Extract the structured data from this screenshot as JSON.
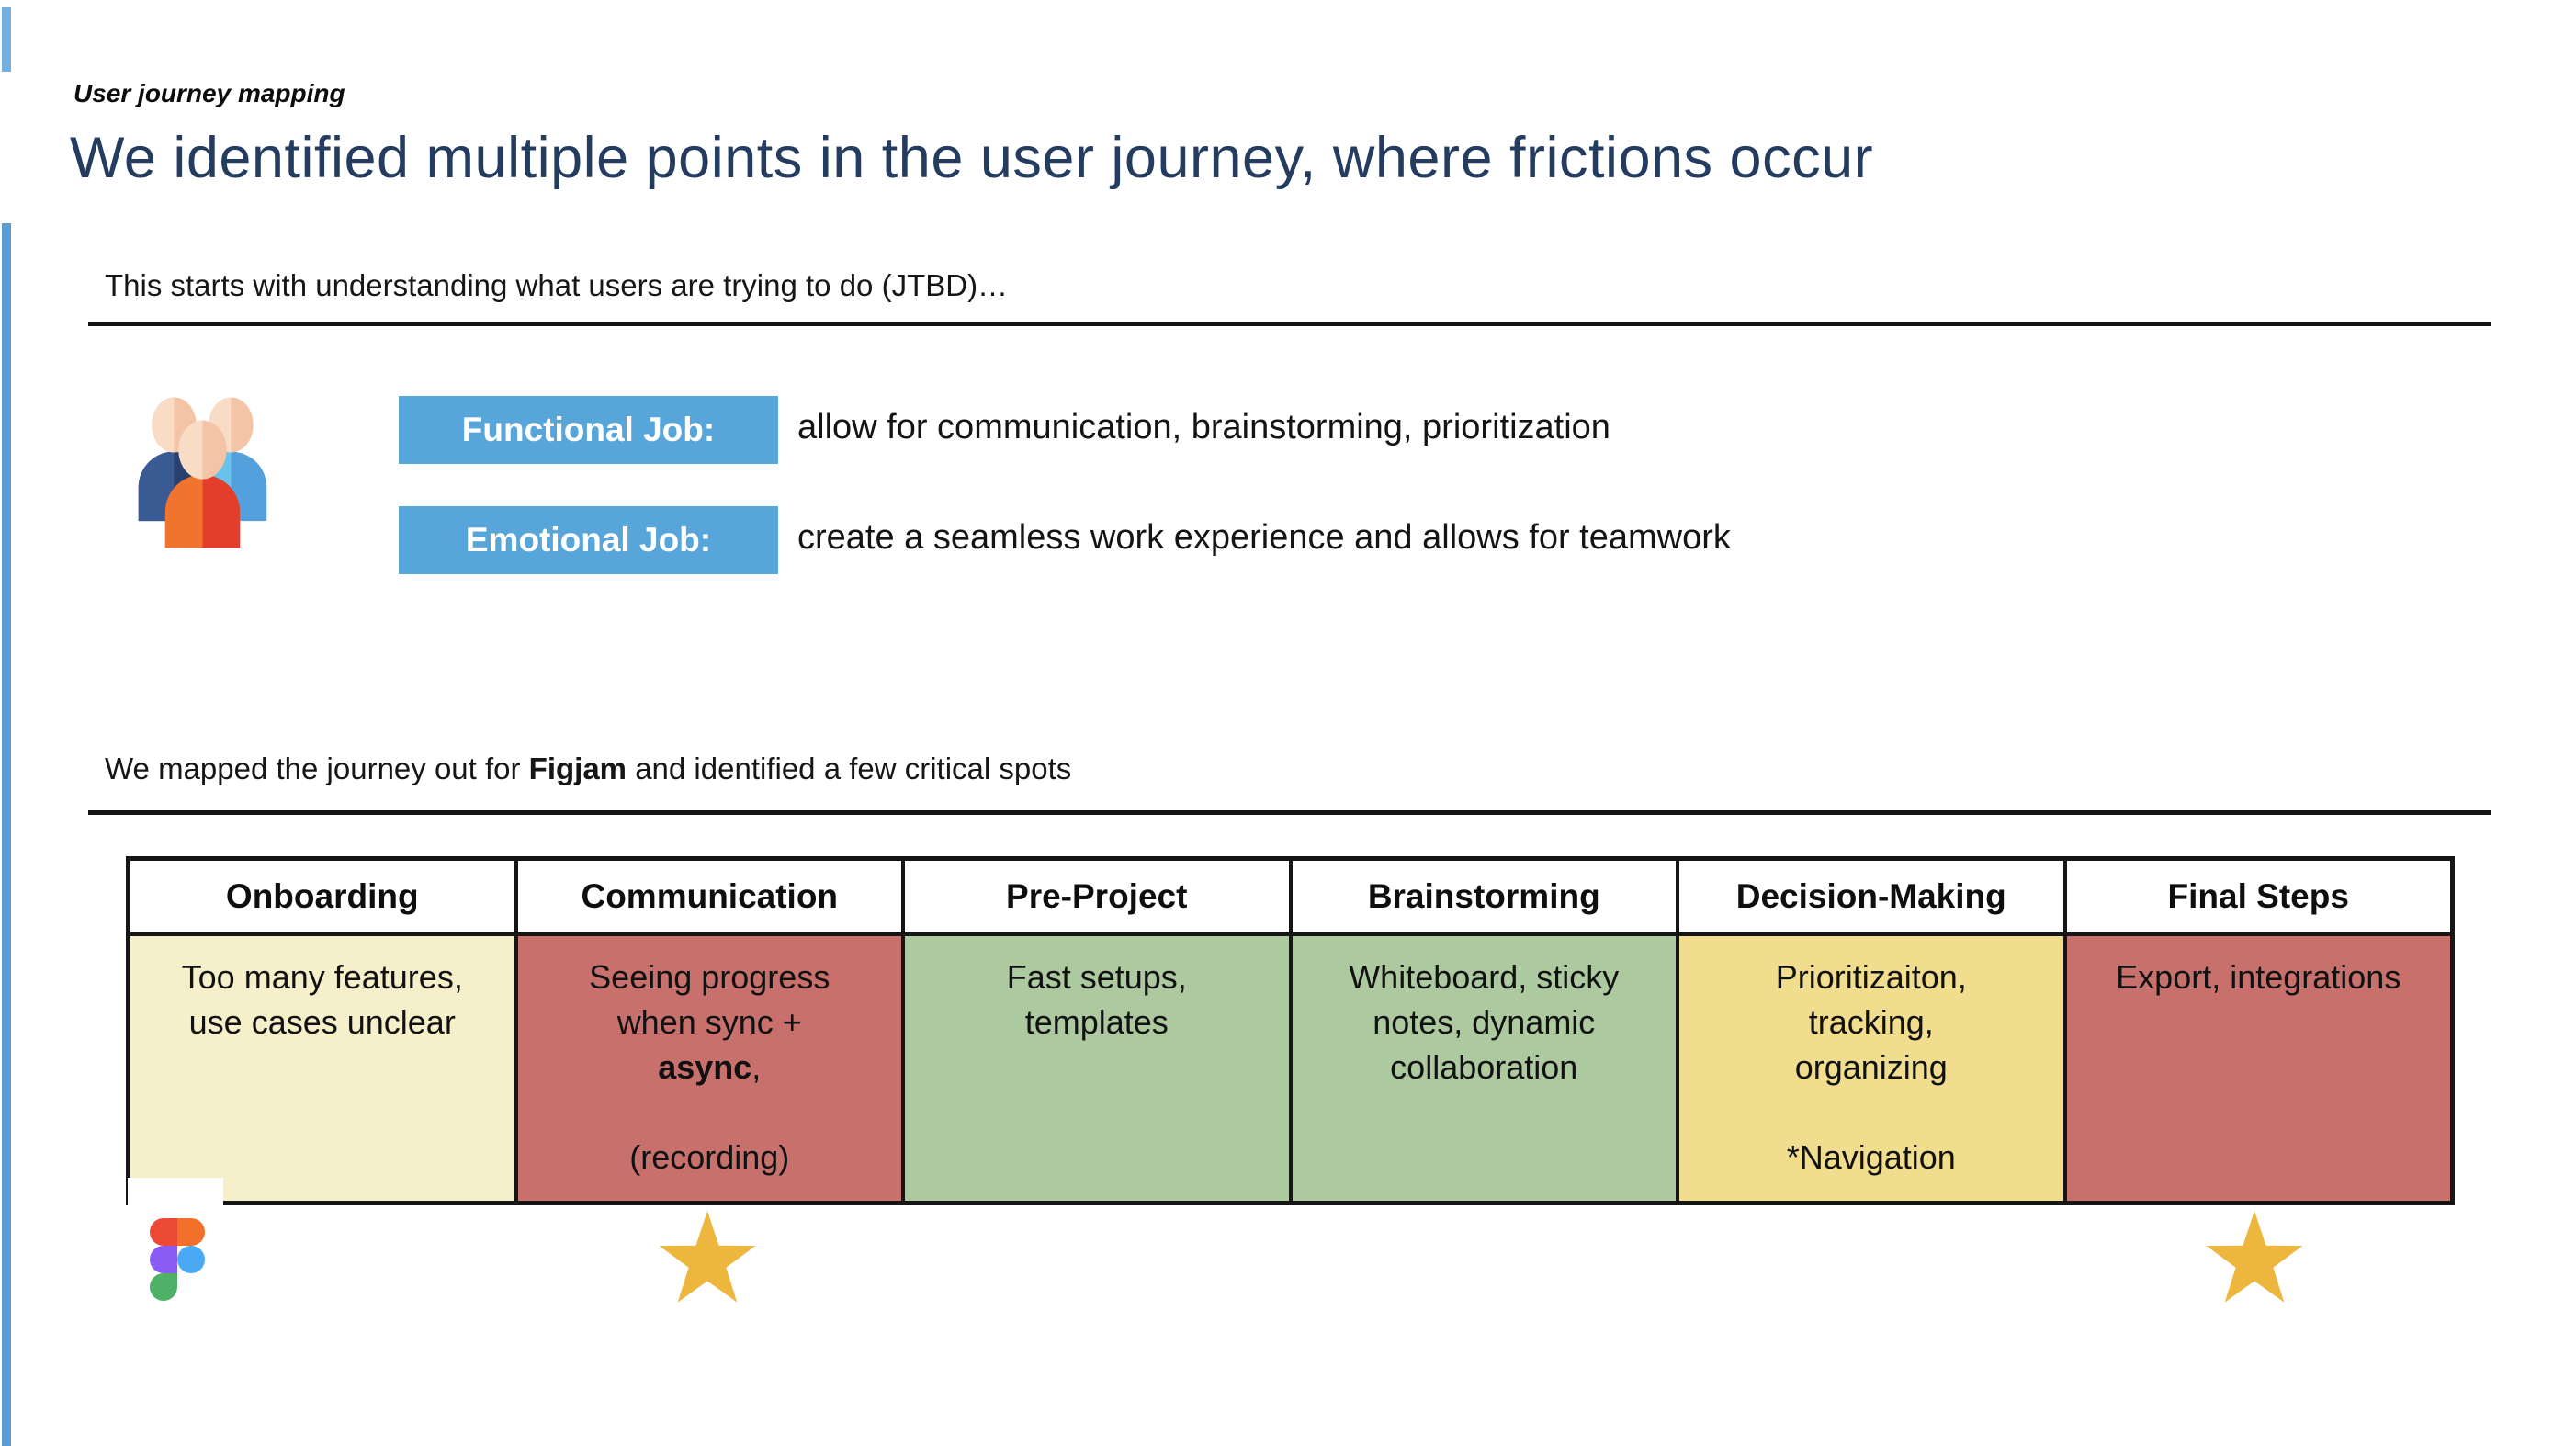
{
  "page": {
    "eyebrow": "User journey mapping",
    "title": "We identified multiple points in the user journey, where frictions occur"
  },
  "jtbd_section": {
    "intro": "This starts with understanding what users are trying to do (JTBD)…",
    "jobs": [
      {
        "label": "Functional Job:",
        "description": "allow for communication, brainstorming, prioritization"
      },
      {
        "label": "Emotional Job:",
        "description": "create a seamless work experience and allows for teamwork"
      }
    ]
  },
  "journey_section": {
    "intro": "We mapped the journey out for **Figjam** and identified a few critical spots"
  },
  "journey_table": {
    "columns": [
      {
        "header": "Onboarding",
        "tone": "cream",
        "lines": [
          "Too many features,",
          "use cases unclear"
        ]
      },
      {
        "header": "Communication",
        "tone": "red",
        "lines": [
          "Seeing progress",
          "when sync +",
          "**async**,",
          "",
          "(recording)"
        ]
      },
      {
        "header": "Pre-Project",
        "tone": "green",
        "lines": [
          "Fast setups,",
          "templates"
        ]
      },
      {
        "header": "Brainstorming",
        "tone": "green",
        "lines": [
          "Whiteboard, sticky",
          "notes, dynamic",
          "collaboration"
        ]
      },
      {
        "header": "Decision-Making",
        "tone": "yellow",
        "lines": [
          "Prioritizaiton,",
          "tracking,",
          "organizing",
          "",
          "*Navigation"
        ]
      },
      {
        "header": "Final Steps",
        "tone": "red",
        "lines": [
          "Export, integrations"
        ]
      }
    ]
  },
  "footer_markers": [
    {
      "icon": "figma-logo",
      "under_column": "Onboarding"
    },
    {
      "icon": "star",
      "under_column": "Communication"
    },
    {
      "icon": "star",
      "under_column": "Final Steps"
    }
  ],
  "colors": {
    "title_navy": "#243C5F",
    "accent_blue": "#58A6D9",
    "strip_blue_top": "#74AEDF",
    "strip_blue": "#5C9CD3",
    "rule_black": "#141414",
    "cell_cream": "#F6F0CA",
    "cell_red": "#C7706C",
    "cell_green": "#ACC9A0",
    "cell_yellow": "#F1DD8E",
    "star_gold": "#EDB73E",
    "figma": [
      "#ED4A36",
      "#F2702A",
      "#8A5CF6",
      "#49A9F4",
      "#4FB167"
    ],
    "team": {
      "skin": "#F3C4A6",
      "skin_light": "#F9DCC6",
      "navy": "#2A4170",
      "navy_light": "#3A5A94",
      "blue": "#54A0DC",
      "blue_light": "#68C2EC",
      "orange": "#F0742E",
      "red": "#E33E2B"
    }
  }
}
